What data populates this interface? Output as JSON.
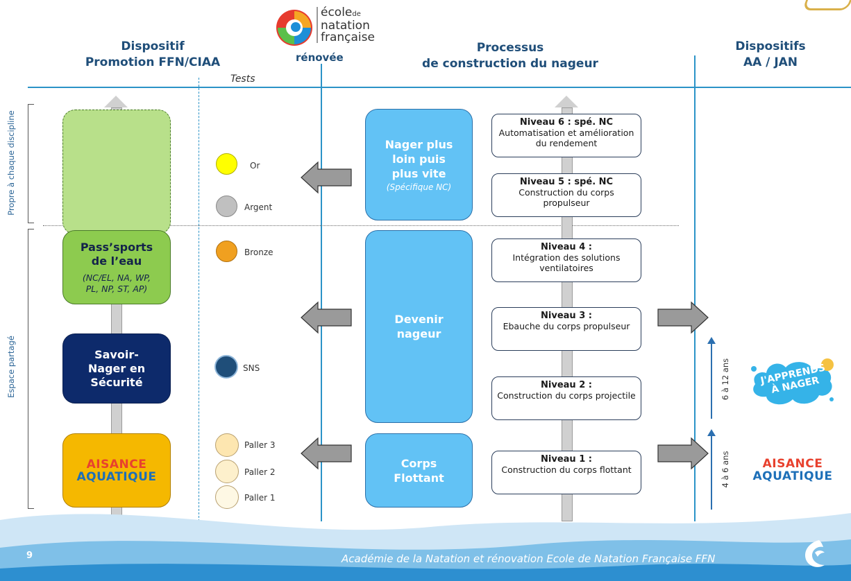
{
  "header": {
    "left_title_1": "Dispositif",
    "left_title_2": "Promotion FFN/CIAA",
    "center_title_1": "Processus",
    "center_title_2": "de construction du nageur",
    "right_title_1": "Dispositifs",
    "right_title_2": "AA / JAN",
    "logo_line1": "école",
    "logo_de": "de",
    "logo_line2": "natation",
    "logo_line3": "française",
    "logo_renovee": "rénovée",
    "tests_label": "Tests"
  },
  "side_labels": {
    "top": "Propre à chaque discipline",
    "bottom": "Espace partagé"
  },
  "promotion": {
    "pass_title": "Pass'sports de l'eau",
    "pass_title_1": "Pass’sports",
    "pass_title_2": "de l’eau",
    "pass_sub": "(NC/EL, NA, WP, PL, NP, ST, AP)",
    "sns_1": "Savoir-",
    "sns_2": "Nager en",
    "sns_3": "Sécurité",
    "aisance_1": "AISANCE",
    "aisance_2": "AQUATIQUE"
  },
  "tests": [
    {
      "label": "Or",
      "color": "#ffff00"
    },
    {
      "label": "Argent",
      "color": "#c0c0c0"
    },
    {
      "label": "Bronze",
      "color": "#f0a020"
    },
    {
      "label": "SNS",
      "color": "#1f4e79"
    },
    {
      "label": "Paller 3",
      "color": "#fde6b0"
    },
    {
      "label": "Paller 2",
      "color": "#fdf0cc"
    },
    {
      "label": "Paller 1",
      "color": "#fef8e4"
    }
  ],
  "stages": {
    "nager_1": "Nager plus",
    "nager_2": "loin puis",
    "nager_3": "plus vite",
    "nager_sub": "(Spécifique NC)",
    "devenir_1": "Devenir",
    "devenir_2": "nageur",
    "corps_1": "Corps",
    "corps_2": "Flottant"
  },
  "levels": [
    {
      "title": "Niveau 6 : spé. NC",
      "desc": "Automatisation et amélioration du rendement"
    },
    {
      "title": "Niveau 5 : spé. NC",
      "desc": "Construction du corps propulseur"
    },
    {
      "title": "Niveau 4 :",
      "desc": "Intégration des solutions ventilatoires"
    },
    {
      "title": "Niveau 3 :",
      "desc": "Ebauche du corps propulseur"
    },
    {
      "title": "Niveau 2 :",
      "desc": "Construction du corps projectile"
    },
    {
      "title": "Niveau 1 :",
      "desc": "Construction du corps flottant"
    }
  ],
  "right": {
    "age_1": "6 à 12 ans",
    "age_2": "4 à 6 ans",
    "japprends_1": "J'APPRENDS",
    "japprends_2": "À NAGER",
    "aisance_1": "AISANCE",
    "aisance_2": "AQUATIQUE"
  },
  "footer": {
    "page_number": "9",
    "caption": "Académie de la Natation et rénovation Ecole de Natation Française FFN"
  },
  "colors": {
    "accent_blue": "#2b93c7",
    "stage_blue": "#62c2f5",
    "green_light": "#b8e08a",
    "green": "#8dcb4f",
    "navy": "#0d2a6b",
    "orange": "#f5b800"
  }
}
